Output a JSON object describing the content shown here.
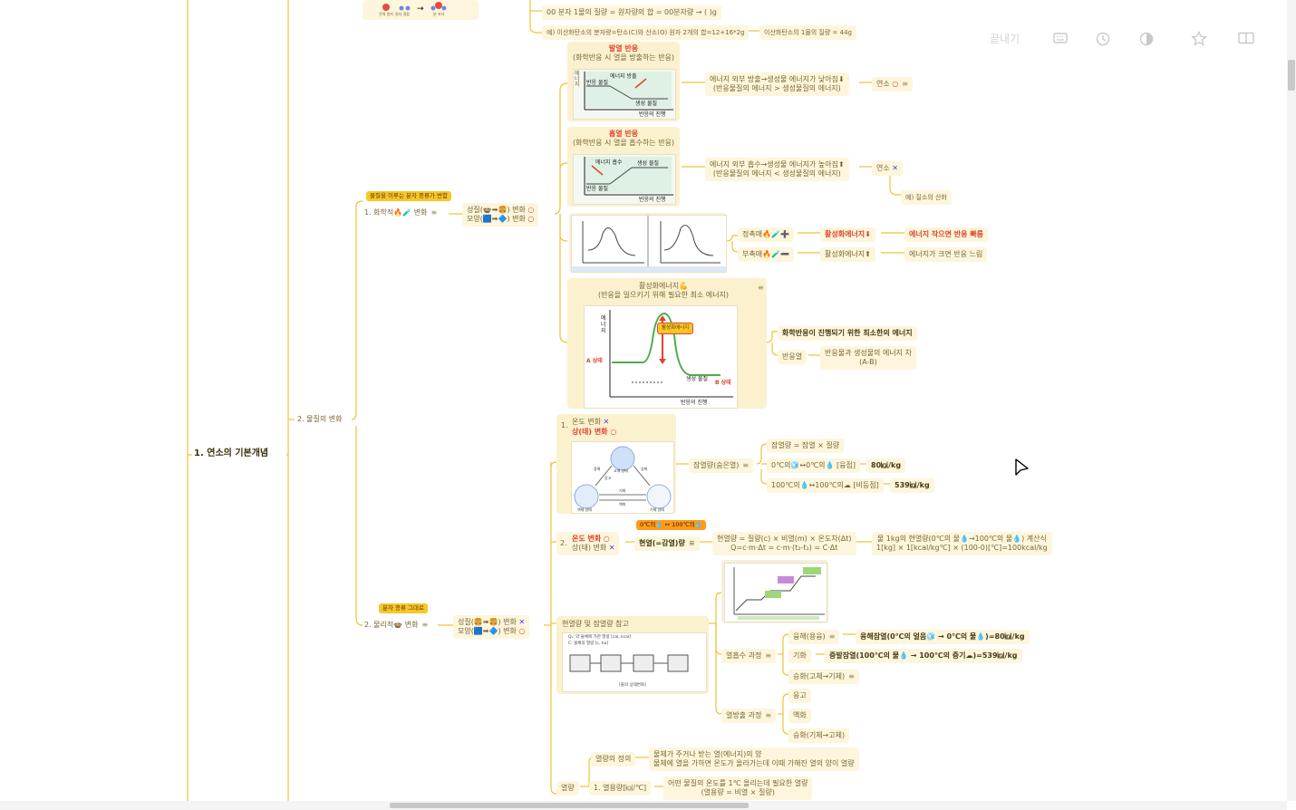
{
  "toolbar": {
    "exit_label": "끝내기",
    "icons": [
      "keyboard-icon",
      "history-icon",
      "contrast-icon",
      "star-icon",
      "split-view-icon"
    ]
  },
  "colors": {
    "branch": "#f1c232",
    "card": "#fbf1cf",
    "accent_red": "#e0442c",
    "accent_blue": "#4a3fd6",
    "tag_yellow": "#f8c62a",
    "tag_orange": "#ff9b1a"
  },
  "root": {
    "label": "1. 연소의 기본개념"
  },
  "top": {
    "molecule_mass": "00 분자 1몰의 질량 = 원자량의 합 = 00분자량 → ( )g",
    "example": "예) 이산화탄소의 분자량=탄소(C)와 산소(O) 원자 2개의 합=12+16*2g",
    "example_result": "이산화탄소의 1몰의 질량 = 44g",
    "thumb_labels": [
      "전체 원자",
      "원자 결합",
      "분 포자"
    ]
  },
  "branch2": {
    "label": "2. 물질의 변화"
  },
  "chemical": {
    "tag": "물질을 이루는 분자 종류가 변함",
    "label": "1. 화학적🔥🧪 변화",
    "property": "성질(🍲➡🍔) 변화",
    "shape": "모양(🟦➡🔷) 변화",
    "exo": {
      "title": "발열 반응",
      "subtitle": "(화학반응 시 열을 방출하는 반응)",
      "chart_axis_y": "에너지",
      "chart_reactant": "반응 물질",
      "chart_release": "에너지 방출",
      "chart_product": "생성 물질",
      "chart_axis_x": "반응의 진행",
      "desc1": "에너지 외부 방출→생성물 에너지가 낮아짐⬇",
      "desc2": "(반응물질의 에너지 > 생성물질의 에너지)",
      "result": "연소"
    },
    "endo": {
      "title": "흡열 반응",
      "subtitle": "(화학반응 시 열을 흡수하는 반응)",
      "chart_absorb": "에너지 흡수",
      "chart_product": "생성 물질",
      "chart_reactant": "반응 물질",
      "chart_axis_x": "반응의 진행",
      "desc1": "에너지 외부 흡수→생성물 에너지가 높아짐⬆",
      "desc2": "(반응물질의 에너지 < 생성물질의 에너지)",
      "result": "연소",
      "example": "예) 질소의 산화"
    },
    "catalyst": {
      "positive": "정촉매🔥🧪➕",
      "positive_energy": "활성화에너지⬇",
      "positive_result": "에너지 작으면 반응 빠름",
      "negative": "부촉매🔥🧪➖",
      "negative_energy": "활성화에너지⬆",
      "negative_result": "에너지가 크면 반응 느림"
    },
    "activation": {
      "title": "활성화에너지💪",
      "subtitle": "(반응을 일으키기 위해 필요한 최소 에너지)",
      "chart_y": "에너지",
      "chart_label": "활성화에너지",
      "chart_a": "A 상태",
      "chart_product": "생성 물질",
      "chart_b": "B 상태",
      "chart_x": "반응의 진행",
      "def": "화학반응이 진행되기 위한 최소한의 에너지",
      "heat_label": "반응열",
      "heat_desc1": "반응물과 생성물의 에너지 차",
      "heat_desc2": "(A-B)"
    }
  },
  "physical": {
    "tag": "분자 종류 그대로",
    "label": "2. 물리적🍲 변화",
    "property": "성질(🍔➡🍔) 변화",
    "shape": "모양(🟦➡🔷) 변화",
    "state": {
      "num": "1.",
      "temp": "온도 변화",
      "state": "상(태) 변화",
      "latent": "잠열량(숨은열)",
      "latent_formula": "잠열량 = 잠열 × 질량",
      "melt": "0℃의🧊↔0℃의💧 [융점]",
      "melt_val": "80㎉/kg",
      "boil": "100℃의💧↔100℃의☁ [비등점]",
      "boil_val": "539㎉/kg",
      "diagram_labels": [
        "고체 상태",
        "액체 상태",
        "기체 상태",
        "융해",
        "응고",
        "기화",
        "액화",
        "승화"
      ]
    },
    "temp": {
      "tag": "0℃의💧 ↔ 100℃의💧",
      "num": "2.",
      "temp": "온도 변화",
      "state": "상(태) 변화",
      "sensible": "현열(=감열)량",
      "formula1": "현열량 = 질량(c) × 비열(m) × 온도차(Δt)",
      "formula2": "Q=c·m·Δt = c·m·(t₂-t₁) = C·Δt",
      "calc1": "물 1kg의 현열량(0℃의 물💧→100℃의 물💧) 계산식",
      "calc2": "1[kg] × 1[kcal/kg℃] × (100-0)[℃]=100kcal/kg"
    },
    "reference": {
      "title": "현열량 및 잠열량 참고",
      "legend1": "Qₛ: 약 물체에 가한 열량 [cal, kcal]",
      "legend2": "C: 물체의 열량 [c, ha]",
      "caption": "[물의 상태변화]"
    },
    "absorb": {
      "label": "열흡수 과정",
      "melt": "융해(용융)",
      "melt_heat": "융해잠열(0℃의 얼음🧊 → 0℃의 물💧)=80㎉/kg",
      "vapor": "기화",
      "vapor_heat": "증발잠열(100℃의 물💧 → 100℃의 증기☁)=539㎉/kg",
      "sublime": "승화(고체→기체)"
    },
    "release": {
      "label": "열방출 과정",
      "freeze": "응고",
      "condense": "액화",
      "sublime": "승화(기체→고체)"
    },
    "heat": {
      "label": "열량",
      "def_label": "열량의 정의",
      "def1": "물체가 주거나 받는 열(에너지)의 양",
      "def2": "물체에 열을 가하면 온도가 올라가는데 이때 가해진 열의 양이 열량",
      "amount_label": "1. 열용량[㎉/℃]",
      "amount1": "어떤 물질의 온도를 1℃ 올리는데 필요한 열량",
      "amount2": "(열용량 = 비열 × 질량)"
    }
  }
}
